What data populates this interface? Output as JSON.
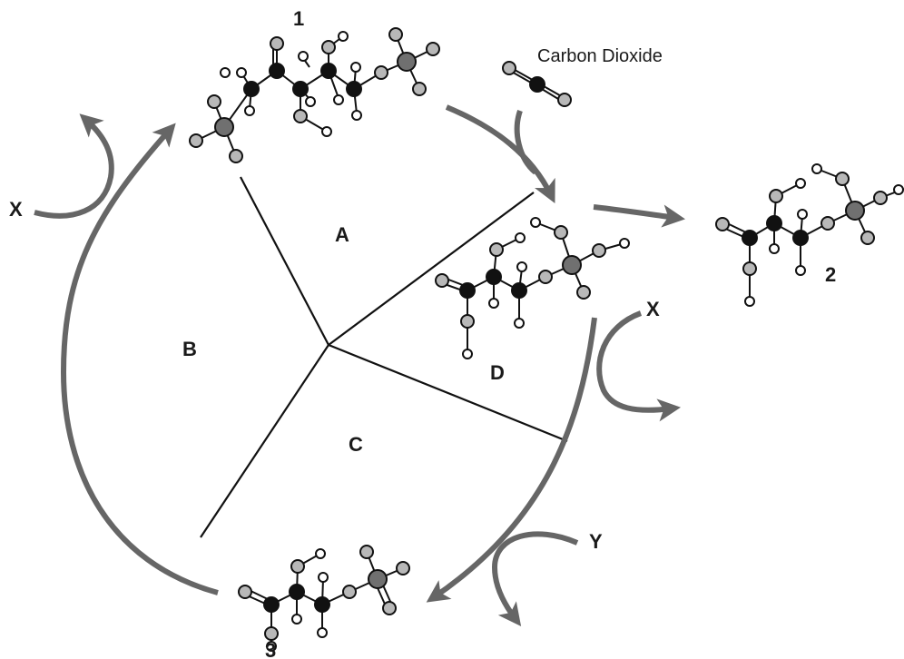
{
  "labels": {
    "molecule_1": "1",
    "molecule_2": "2",
    "molecule_3": "3",
    "region_a": "A",
    "region_b": "B",
    "region_c": "C",
    "region_d": "D",
    "input_x_left": "X",
    "input_x_right": "X",
    "output_y": "Y",
    "carbon_dioxide": "Carbon Dioxide"
  },
  "colors": {
    "arrow": "#666666",
    "carbon": "#111111",
    "oxygen": "#b8b8b8",
    "hydrogen": "#ffffff",
    "phosphorus": "#707070",
    "line": "#111111"
  }
}
